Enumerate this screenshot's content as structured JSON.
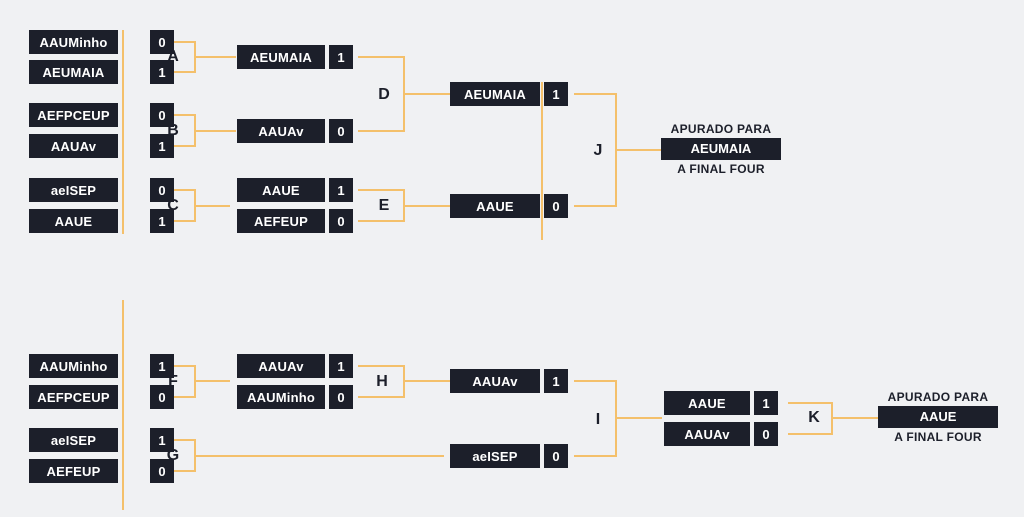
{
  "colors": {
    "connector": "#f4c06b",
    "box": "#1c1f2a",
    "background": "#f0f1f3"
  },
  "top_bracket": {
    "round1": [
      {
        "label": "A",
        "teams": [
          {
            "name": "AAUMinho",
            "score": "0"
          },
          {
            "name": "AEUMAIA",
            "score": "1"
          }
        ]
      },
      {
        "label": "B",
        "teams": [
          {
            "name": "AEFPCEUP",
            "score": "0"
          },
          {
            "name": "AAUAv",
            "score": "1"
          }
        ]
      },
      {
        "label": "C",
        "teams": [
          {
            "name": "aeISEP",
            "score": "0"
          },
          {
            "name": "AAUE",
            "score": "1"
          }
        ]
      }
    ],
    "round2": {
      "winner_a": {
        "name": "AEUMAIA",
        "score": "1"
      },
      "winner_b": {
        "name": "AAUAv",
        "score": "0"
      },
      "match_e": {
        "label": "E",
        "teams": [
          {
            "name": "AAUE",
            "score": "1"
          },
          {
            "name": "AEFEUP",
            "score": "0"
          }
        ]
      }
    },
    "match_d_label": "D",
    "round3": [
      {
        "name": "AEUMAIA",
        "score": "1"
      },
      {
        "name": "AAUE",
        "score": "0"
      }
    ],
    "final_label": "J",
    "qualified": {
      "line1": "APURADO PARA",
      "team": "AEUMAIA",
      "line2": "A FINAL FOUR"
    }
  },
  "bottom_bracket": {
    "round1": [
      {
        "label": "F",
        "teams": [
          {
            "name": "AAUMinho",
            "score": "1"
          },
          {
            "name": "AEFPCEUP",
            "score": "0"
          }
        ]
      },
      {
        "label": "G",
        "teams": [
          {
            "name": "aeISEP",
            "score": "1"
          },
          {
            "name": "AEFEUP",
            "score": "0"
          }
        ]
      }
    ],
    "match_h": {
      "label": "H",
      "teams": [
        {
          "name": "AAUAv",
          "score": "1"
        },
        {
          "name": "AAUMinho",
          "score": "0"
        }
      ]
    },
    "round3": [
      {
        "name": "AAUAv",
        "score": "1"
      },
      {
        "name": "aeISEP",
        "score": "0"
      }
    ],
    "match_i_label": "I",
    "match_k": {
      "label": "K",
      "teams": [
        {
          "name": "AAUE",
          "score": "1"
        },
        {
          "name": "AAUAv",
          "score": "0"
        }
      ]
    },
    "qualified": {
      "line1": "APURADO PARA",
      "team": "AAUE",
      "line2": "A FINAL FOUR"
    }
  }
}
